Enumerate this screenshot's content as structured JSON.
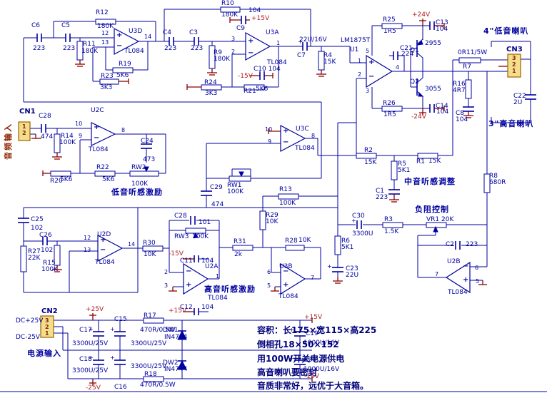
{
  "type": "circuit-schematic",
  "colors": {
    "wire": "#0000A0",
    "power_wire": "#8B0000",
    "power_text": "#B22222",
    "connector_fill": "#F2DE8C",
    "connector_border": "#A06000",
    "chinese_red": "#8B2500",
    "note_text": "#00007B"
  },
  "labels": [
    [
      "c6",
      "C6",
      44,
      32,
      "b"
    ],
    [
      "c6v",
      "223",
      46,
      64,
      "b"
    ],
    [
      "c5",
      "C5",
      86,
      32,
      "b"
    ],
    [
      "c5v",
      "223",
      88,
      64,
      "b"
    ],
    [
      "r12",
      "R12",
      134,
      14,
      "b"
    ],
    [
      "r12v",
      "180K",
      136,
      33,
      "b"
    ],
    [
      "r11",
      "R11",
      116,
      58,
      "b"
    ],
    [
      "r11v",
      "180K",
      114,
      68,
      "b"
    ],
    [
      "u3d-pin12",
      "12",
      142,
      43,
      "s"
    ],
    [
      "u3d-pin13",
      "13",
      142,
      56,
      "s"
    ],
    [
      "u3d-pin14",
      "14",
      202,
      48,
      "s"
    ],
    [
      "u3d",
      "U3D",
      180,
      40,
      "b"
    ],
    [
      "u3d-part",
      "TL084",
      174,
      68,
      "b"
    ],
    [
      "r19",
      "R19",
      166,
      86,
      "b"
    ],
    [
      "r19v",
      "5K6",
      163,
      102,
      "b"
    ],
    [
      "r23",
      "R23",
      141,
      103,
      "b"
    ],
    [
      "r23v",
      "3K3",
      140,
      119,
      "b"
    ],
    [
      "c4",
      "C4",
      228,
      42,
      "b"
    ],
    [
      "c4v",
      "223",
      230,
      64,
      "b"
    ],
    [
      "r10",
      "R10",
      310,
      1,
      "b"
    ],
    [
      "r10v",
      "180K",
      310,
      17,
      "b"
    ],
    [
      "c9v",
      "104",
      348,
      11,
      "b"
    ],
    [
      "c9",
      "C9",
      331,
      36,
      "b"
    ],
    [
      "p15a",
      "+15V",
      352,
      22,
      "r"
    ],
    [
      "c3",
      "C3",
      265,
      42,
      "b"
    ],
    [
      "c3v",
      "223",
      267,
      64,
      "b"
    ],
    [
      "u3a-pin3",
      "3",
      324,
      51,
      "s"
    ],
    [
      "u3a-pin2",
      "2",
      324,
      69,
      "s"
    ],
    [
      "u3a-pin1",
      "1",
      387,
      57,
      "s"
    ],
    [
      "r9",
      "R9",
      299,
      70,
      "b"
    ],
    [
      "r9v",
      "180K",
      299,
      79,
      "b"
    ],
    [
      "u3a",
      "U3A",
      372,
      42,
      "b"
    ],
    [
      "u3a-part",
      "TL084",
      374,
      84,
      "b"
    ],
    [
      "c10",
      "C10 104",
      355,
      93,
      "b"
    ],
    [
      "m15a",
      "-15V",
      333,
      103,
      "r"
    ],
    [
      "r24",
      "R24",
      286,
      112,
      "b"
    ],
    [
      "r24v",
      "3K3",
      287,
      127,
      "b"
    ],
    [
      "r21",
      "R21",
      341,
      124,
      "b"
    ],
    [
      "r21v",
      "5K6",
      358,
      121,
      "b"
    ],
    [
      "c7v",
      "22U/16V",
      419,
      52,
      "b"
    ],
    [
      "c7",
      "C7",
      416,
      74,
      "b"
    ],
    [
      "r4",
      "R4",
      453,
      74,
      "b"
    ],
    [
      "r4v",
      "15K",
      453,
      83,
      "b"
    ],
    [
      "u1-part",
      "LM1875T",
      477,
      53,
      "b"
    ],
    [
      "u1",
      "U1",
      490,
      66,
      "b"
    ],
    [
      "u1-pin1",
      "1",
      501,
      82,
      "s"
    ],
    [
      "u1-pin2",
      "2",
      501,
      101,
      "s"
    ],
    [
      "u1-pin5",
      "5",
      512,
      68,
      "s"
    ],
    [
      "u1-pin3",
      "3",
      512,
      124,
      "s"
    ],
    [
      "u1-pin4",
      "4",
      554,
      91,
      "s"
    ],
    [
      "r25",
      "R25",
      536,
      24,
      "b"
    ],
    [
      "r25v",
      "1R5",
      537,
      40,
      "b"
    ],
    [
      "p24",
      "+24V",
      577,
      17,
      "r"
    ],
    [
      "c13",
      "C13",
      610,
      28,
      "b"
    ],
    [
      "c13v",
      "104",
      610,
      37,
      "b"
    ],
    [
      "q1",
      "Q1",
      574,
      67,
      "b"
    ],
    [
      "q1v",
      "2955",
      595,
      57,
      "b"
    ],
    [
      "c21",
      "C21",
      560,
      64,
      "b"
    ],
    [
      "c21v",
      "224",
      562,
      72,
      "b"
    ],
    [
      "q2",
      "Q2",
      574,
      111,
      "b"
    ],
    [
      "q2v",
      "3055",
      595,
      121,
      "b"
    ],
    [
      "r26",
      "R26",
      536,
      141,
      "b"
    ],
    [
      "r26v",
      "1R5",
      537,
      157,
      "b"
    ],
    [
      "m24",
      "-24V",
      576,
      160,
      "r"
    ],
    [
      "c14",
      "C14",
      610,
      145,
      "b"
    ],
    [
      "c14v",
      "104",
      611,
      153,
      "b"
    ],
    [
      "r7v",
      "0R11/5W",
      641,
      70,
      "b"
    ],
    [
      "r7",
      "R7",
      648,
      90,
      "b"
    ],
    [
      "cn3",
      "CN3",
      709,
      65,
      "bb"
    ],
    [
      "cn3-pin3",
      "3",
      717,
      78,
      "cnp"
    ],
    [
      "cn3-pin2",
      "2",
      717,
      87,
      "cnp"
    ],
    [
      "cn3-pin1",
      "1",
      717,
      96,
      "cnp"
    ],
    [
      "spk4",
      "4\"低音喇叭",
      677,
      38,
      "ch"
    ],
    [
      "c22",
      "C22",
      719,
      131,
      "b"
    ],
    [
      "c22v",
      "2U",
      719,
      140,
      "b"
    ],
    [
      "spk3",
      "3\"高音喇叭",
      684,
      168,
      "ch"
    ],
    [
      "r16",
      "R16",
      634,
      114,
      "b"
    ],
    [
      "r16v",
      "4R7",
      634,
      123,
      "b"
    ],
    [
      "c8",
      "C8",
      638,
      155,
      "b"
    ],
    [
      "c8v",
      "104",
      638,
      164,
      "b"
    ],
    [
      "r8",
      "R8",
      685,
      243,
      "b"
    ],
    [
      "r8v",
      "680R",
      685,
      252,
      "b"
    ],
    [
      "cn1",
      "CN1",
      27,
      152,
      "bb"
    ],
    [
      "cn1-pin1",
      "1",
      31,
      174,
      "cnp"
    ],
    [
      "cn1-pin2",
      "2",
      31,
      183,
      "cnp"
    ],
    [
      "audio-in",
      "音频输入",
      6,
      224,
      "chr"
    ],
    [
      "c28a",
      "C28",
      54,
      159,
      "b"
    ],
    [
      "c28av",
      "474",
      57,
      188,
      "b"
    ],
    [
      "r14",
      "R14",
      85,
      187,
      "b"
    ],
    [
      "r14v",
      "100K",
      83,
      196,
      "b"
    ],
    [
      "u2c-pin10",
      "10",
      105,
      170,
      "s"
    ],
    [
      "u2c-pin9",
      "9",
      110,
      187,
      "s"
    ],
    [
      "u2c-pin8",
      "8",
      170,
      179,
      "s"
    ],
    [
      "u2c",
      "U2C",
      127,
      151,
      "b"
    ],
    [
      "u2c-part",
      "TL084",
      124,
      206,
      "b"
    ],
    [
      "c24",
      "C24",
      197,
      194,
      "b"
    ],
    [
      "c24v",
      "473",
      200,
      220,
      "b"
    ],
    [
      "r22",
      "R22",
      135,
      231,
      "b"
    ],
    [
      "r22v",
      "5K6",
      143,
      248,
      "b"
    ],
    [
      "r20",
      "R20",
      70,
      250,
      "b"
    ],
    [
      "r20v",
      "5K6",
      84,
      248,
      "b"
    ],
    [
      "rw2",
      "RW2",
      184,
      231,
      "b"
    ],
    [
      "rw2v",
      "100K",
      184,
      254,
      "b"
    ],
    [
      "bass-label",
      "低音听感激励",
      156,
      264,
      "ch"
    ],
    [
      "u3c-pin10",
      "10",
      371,
      178,
      "s"
    ],
    [
      "u3c-pin9",
      "9",
      375,
      195,
      "s"
    ],
    [
      "u3c-pin8",
      "8",
      436,
      187,
      "s"
    ],
    [
      "u3c",
      "U3C",
      414,
      177,
      "b"
    ],
    [
      "u3c-part",
      "TL084",
      413,
      204,
      "b"
    ],
    [
      "rw1",
      "RW1",
      318,
      256,
      "b"
    ],
    [
      "rw1v",
      "100K",
      318,
      265,
      "b"
    ],
    [
      "c29",
      "C29",
      294,
      259,
      "b"
    ],
    [
      "c29v",
      "474",
      296,
      283,
      "b"
    ],
    [
      "r13",
      "R13",
      391,
      262,
      "b"
    ],
    [
      "r13v",
      "100K",
      391,
      281,
      "b"
    ],
    [
      "r29",
      "R29",
      372,
      298,
      "b"
    ],
    [
      "r29v",
      "10K",
      372,
      307,
      "b"
    ],
    [
      "c28b",
      "C28",
      244,
      299,
      "b"
    ],
    [
      "c28bv",
      "101",
      278,
      308,
      "b"
    ],
    [
      "rw3",
      "RW3",
      244,
      328,
      "b"
    ],
    [
      "rw3v",
      "100K",
      269,
      328,
      "b"
    ],
    [
      "r31",
      "R31",
      327,
      335,
      "b"
    ],
    [
      "r31v",
      "2k",
      328,
      353,
      "b"
    ],
    [
      "r28",
      "R28",
      399,
      334,
      "b"
    ],
    [
      "r28v",
      "10K",
      418,
      333,
      "b"
    ],
    [
      "m15b",
      "-15V",
      236,
      352,
      "r"
    ],
    [
      "c11",
      "C11",
      252,
      362,
      "b"
    ],
    [
      "c11v",
      "104",
      282,
      362,
      "b"
    ],
    [
      "u2a",
      "U2A",
      287,
      370,
      "b"
    ],
    [
      "u2a-pin2",
      "2",
      230,
      378,
      "s"
    ],
    [
      "u2a-pin3",
      "3",
      230,
      397,
      "s"
    ],
    [
      "u2a-pin1",
      "1",
      302,
      384,
      "s"
    ],
    [
      "u2a-part",
      "TL084",
      291,
      414,
      "b"
    ],
    [
      "treble-label",
      "高音听感激励",
      286,
      400,
      "ch"
    ],
    [
      "p15b",
      "+15V",
      236,
      432,
      "r"
    ],
    [
      "c12",
      "C12",
      252,
      427,
      "b"
    ],
    [
      "c12v",
      "104",
      282,
      427,
      "b"
    ],
    [
      "u3b",
      "U3B",
      391,
      370,
      "b"
    ],
    [
      "u3b-pin6",
      "6",
      374,
      378,
      "s"
    ],
    [
      "u3b-pin5",
      "5",
      374,
      397,
      "s"
    ],
    [
      "u3b-pin7",
      "7",
      435,
      386,
      "s"
    ],
    [
      "u3b-part",
      "TL084",
      390,
      412,
      "b"
    ],
    [
      "r2",
      "R2",
      510,
      207,
      "b"
    ],
    [
      "r2v",
      "15K",
      510,
      224,
      "b"
    ],
    [
      "r5",
      "R5",
      557,
      226,
      "b"
    ],
    [
      "r5v",
      "5K1",
      557,
      235,
      "b"
    ],
    [
      "r1",
      "R1",
      583,
      223,
      "b"
    ],
    [
      "r1v",
      "15K",
      600,
      222,
      "b"
    ],
    [
      "mid-label",
      "中音听感调整",
      566,
      249,
      "ch"
    ],
    [
      "c1",
      "C1",
      526,
      264,
      "b"
    ],
    [
      "c1v",
      "223",
      526,
      273,
      "b"
    ],
    [
      "neg-label",
      "负阻控制",
      581,
      288,
      "ch"
    ],
    [
      "c30",
      "C30",
      493,
      299,
      "b"
    ],
    [
      "c30v",
      "3300U",
      493,
      324,
      "b"
    ],
    [
      "r3",
      "R3",
      538,
      304,
      "b"
    ],
    [
      "r3v",
      "1.5K",
      538,
      321,
      "b"
    ],
    [
      "vr1",
      "VR1 20K",
      597,
      304,
      "b"
    ],
    [
      "c2",
      "C2",
      624,
      339,
      "b"
    ],
    [
      "c2v",
      "223",
      652,
      339,
      "b"
    ],
    [
      "u2b",
      "U2B",
      626,
      363,
      "b"
    ],
    [
      "u2b-pin7",
      "7",
      609,
      381,
      "s"
    ],
    [
      "u2b-pin6",
      "6",
      665,
      372,
      "s"
    ],
    [
      "u2b-pin5",
      "5",
      666,
      391,
      "s"
    ],
    [
      "u2b-part",
      "TL084",
      627,
      406,
      "b"
    ],
    [
      "r6",
      "R6",
      478,
      334,
      "b"
    ],
    [
      "r6v",
      "5K1",
      478,
      343,
      "b"
    ],
    [
      "c23",
      "C23",
      484,
      373,
      "b"
    ],
    [
      "c23v",
      "22U",
      484,
      382,
      "b"
    ],
    [
      "cn2",
      "CN2",
      58,
      432,
      "bb"
    ],
    [
      "cn2-pin3",
      "3",
      63,
      446,
      "cnp"
    ],
    [
      "cn2-pin2",
      "2",
      63,
      455,
      "cnp"
    ],
    [
      "cn2-pin1",
      "1",
      63,
      464,
      "cnp"
    ],
    [
      "dc-pos",
      "DC+25V",
      22,
      446,
      "b"
    ],
    [
      "dc-neg",
      "DC-25V",
      22,
      469,
      "b"
    ],
    [
      "power-in",
      "电源输入",
      38,
      490,
      "ch"
    ],
    [
      "p25",
      "+25V",
      120,
      430,
      "r"
    ],
    [
      "c17",
      "C17",
      111,
      459,
      "b"
    ],
    [
      "c17v",
      "3300U/25V",
      101,
      478,
      "b"
    ],
    [
      "c15",
      "C15",
      160,
      444,
      "b"
    ],
    [
      "c15v",
      "3300U/25V",
      183,
      478,
      "b"
    ],
    [
      "r17",
      "R17",
      201,
      439,
      "b"
    ],
    [
      "r17v",
      "470R/0.5W",
      196,
      459,
      "b"
    ],
    [
      "p15c",
      "+15V",
      426,
      441,
      "r"
    ],
    [
      "dw1",
      "DW1",
      228,
      459,
      "b"
    ],
    [
      "dw1v",
      "IN4744",
      230,
      469,
      "b"
    ],
    [
      "c19",
      "C19",
      428,
      464,
      "b"
    ],
    [
      "c19v",
      "1000U/16V",
      425,
      477,
      "b"
    ],
    [
      "c18",
      "C18",
      111,
      500,
      "b"
    ],
    [
      "c18v",
      "3300U/25V",
      101,
      516,
      "b"
    ],
    [
      "c16",
      "C16",
      160,
      539,
      "b"
    ],
    [
      "c16v",
      "3300U/25V",
      183,
      510,
      "b"
    ],
    [
      "dw2",
      "DW2",
      228,
      505,
      "b"
    ],
    [
      "dw2v",
      "IN4744",
      230,
      514,
      "b"
    ],
    [
      "r18",
      "R18",
      202,
      521,
      "b"
    ],
    [
      "r18v",
      "470R/0.5W",
      196,
      536,
      "b"
    ],
    [
      "c20",
      "C20",
      425,
      501,
      "b"
    ],
    [
      "c20v",
      "1000U/16V",
      425,
      514,
      "b"
    ],
    [
      "m15c",
      "-15V",
      426,
      524,
      "r"
    ],
    [
      "m25",
      "-25V",
      120,
      540,
      "r"
    ],
    [
      "note1",
      "容积：长175×宽115×高225",
      360,
      457,
      "note"
    ],
    [
      "note2",
      "倒相孔18×50×152",
      360,
      477,
      "note"
    ],
    [
      "note3",
      "用100W开关电源供电",
      360,
      497,
      "note"
    ],
    [
      "note4",
      "高音喇叭要密封",
      360,
      516,
      "note"
    ],
    [
      "note5",
      "音质非常好，远优于大音箱。",
      360,
      535,
      "note"
    ],
    [
      "u3d-plus",
      "+",
      163,
      45,
      "op"
    ],
    [
      "u3d-minus",
      "−",
      163,
      60,
      "op"
    ],
    [
      "u3a-plus",
      "+",
      347,
      53,
      "op"
    ],
    [
      "u3a-minus",
      "−",
      347,
      70,
      "op"
    ],
    [
      "u1-plus",
      "+",
      516,
      83,
      "op"
    ],
    [
      "u1-minus",
      "−",
      516,
      103,
      "op"
    ],
    [
      "u2c-plus",
      "+",
      131,
      174,
      "op"
    ],
    [
      "u2c-minus",
      "−",
      131,
      189,
      "op"
    ],
    [
      "u3c-plus",
      "+",
      396,
      179,
      "op"
    ],
    [
      "u3c-minus",
      "−",
      396,
      195,
      "op"
    ],
    [
      "u2d-plus",
      "+",
      140,
      332,
      "op"
    ],
    [
      "u2d-minus",
      "−",
      140,
      346,
      "op"
    ],
    [
      "u2a-minus",
      "−",
      260,
      376,
      "op"
    ],
    [
      "u2a-plus",
      "+",
      260,
      395,
      "op"
    ],
    [
      "u3b-minus",
      "−",
      396,
      376,
      "op"
    ],
    [
      "u3b-plus",
      "+",
      396,
      395,
      "op"
    ],
    [
      "u2b-minus",
      "−",
      648,
      369,
      "op"
    ],
    [
      "u2b-plus",
      "+",
      648,
      388,
      "op"
    ],
    [
      "u2d",
      "U2D",
      136,
      325,
      "b"
    ],
    [
      "u2d-part",
      "TL084",
      133,
      364,
      "b"
    ],
    [
      "u2d-pin12",
      "12",
      117,
      330,
      "s"
    ],
    [
      "u2d-pin13",
      "13",
      117,
      347,
      "s"
    ],
    [
      "u2d-pin14",
      "14",
      179,
      339,
      "s"
    ],
    [
      "r30",
      "R30",
      200,
      337,
      "b"
    ],
    [
      "r30v",
      "10K",
      201,
      353,
      "b"
    ],
    [
      "c25",
      "C25",
      43,
      304,
      "b"
    ],
    [
      "c25v",
      "102",
      43,
      316,
      "b"
    ],
    [
      "c26",
      "C26",
      55,
      326,
      "b"
    ],
    [
      "c26v",
      "102",
      57,
      347,
      "b"
    ],
    [
      "r27",
      "R27",
      39,
      349,
      "b"
    ],
    [
      "r27v",
      "22K",
      39,
      358,
      "b"
    ],
    [
      "r15",
      "R15",
      60,
      365,
      "b"
    ],
    [
      "r15v",
      "100K",
      58,
      374,
      "b"
    ],
    [
      "c30-plus",
      "+",
      492,
      306,
      "t"
    ],
    [
      "c23-plus",
      "+",
      458,
      370,
      "t"
    ],
    [
      "c7-plus",
      "+",
      417,
      55,
      "t"
    ],
    [
      "c17-plus",
      "+",
      124,
      458,
      "t"
    ],
    [
      "c15-plus",
      "+",
      154,
      458,
      "t"
    ],
    [
      "c18-plus",
      "+",
      124,
      498,
      "t"
    ],
    [
      "c16-plus",
      "+",
      154,
      498,
      "t"
    ],
    [
      "c19-plus",
      "+",
      405,
      459,
      "t"
    ],
    [
      "c20-plus",
      "+",
      405,
      499,
      "t"
    ]
  ]
}
